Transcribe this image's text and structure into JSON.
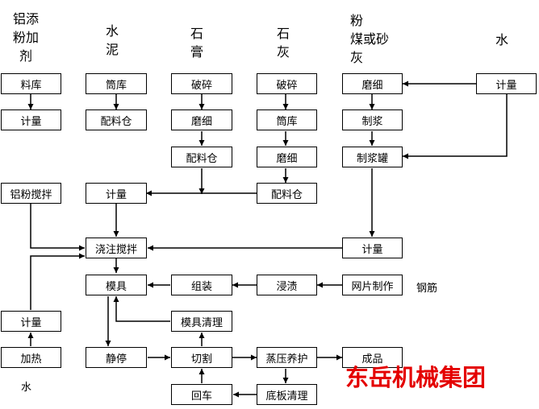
{
  "column_headers": {
    "aluminum_additive": "铝添\n粉加\n剂",
    "cement": "水\n泥",
    "gypsum": "石\n膏",
    "lime": "石\n灰",
    "fly_ash": "粉\n煤或砂\n灰",
    "water": "水"
  },
  "boxes": {
    "aluminum_storage": "料库",
    "aluminum_metering": "计量",
    "cement_silo": "筒库",
    "cement_batch_bin": "配料仓",
    "gypsum_crushing": "破碎",
    "gypsum_grinding": "磨细",
    "gypsum_batch_bin": "配料仓",
    "lime_crushing": "破碎",
    "lime_silo": "筒库",
    "lime_grinding": "磨细",
    "lime_batch_bin": "配料仓",
    "ash_grinding": "磨细",
    "slurry_making": "制浆",
    "slurry_tank": "制浆罐",
    "water_metering": "计量",
    "aluminum_powder_mixing": "铝粉搅拌",
    "dry_metering": "计量",
    "pour_mixing": "浇注搅拌",
    "slurry_metering": "计量",
    "mold": "模具",
    "assembly": "组装",
    "impregnation": "浸渍",
    "mesh_making": "网片制作",
    "mold_cleaning": "模具清理",
    "heating_metering": "计量",
    "heating": "加热",
    "static_curing": "静停",
    "cutting": "切割",
    "autoclave_curing": "蒸压养护",
    "finished_product": "成品",
    "return_car": "回车",
    "base_plate_cleaning": "底板清理"
  },
  "labels": {
    "steel_bar": "钢筋",
    "water_bottom": "水"
  },
  "watermark": "东岳机械集团",
  "colors": {
    "watermark": "#e40000",
    "line": "#000000"
  }
}
